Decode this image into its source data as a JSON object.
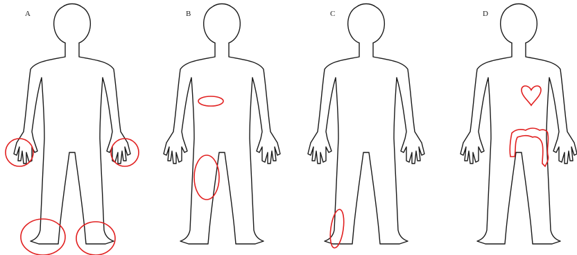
{
  "colors": {
    "outline": "#1a1a1a",
    "marker": "#e11f1f",
    "background": "#ffffff"
  },
  "panels": [
    {
      "label": "A",
      "marks": [
        "left-hand-circle",
        "right-hand-circle",
        "left-foot-circle",
        "right-foot-circle"
      ]
    },
    {
      "label": "B",
      "marks": [
        "waist-ellipse",
        "thigh-ellipse"
      ]
    },
    {
      "label": "C",
      "marks": [
        "lower-leg-ellipse"
      ]
    },
    {
      "label": "D",
      "marks": [
        "heart-icon",
        "intestine-icon"
      ]
    }
  ]
}
